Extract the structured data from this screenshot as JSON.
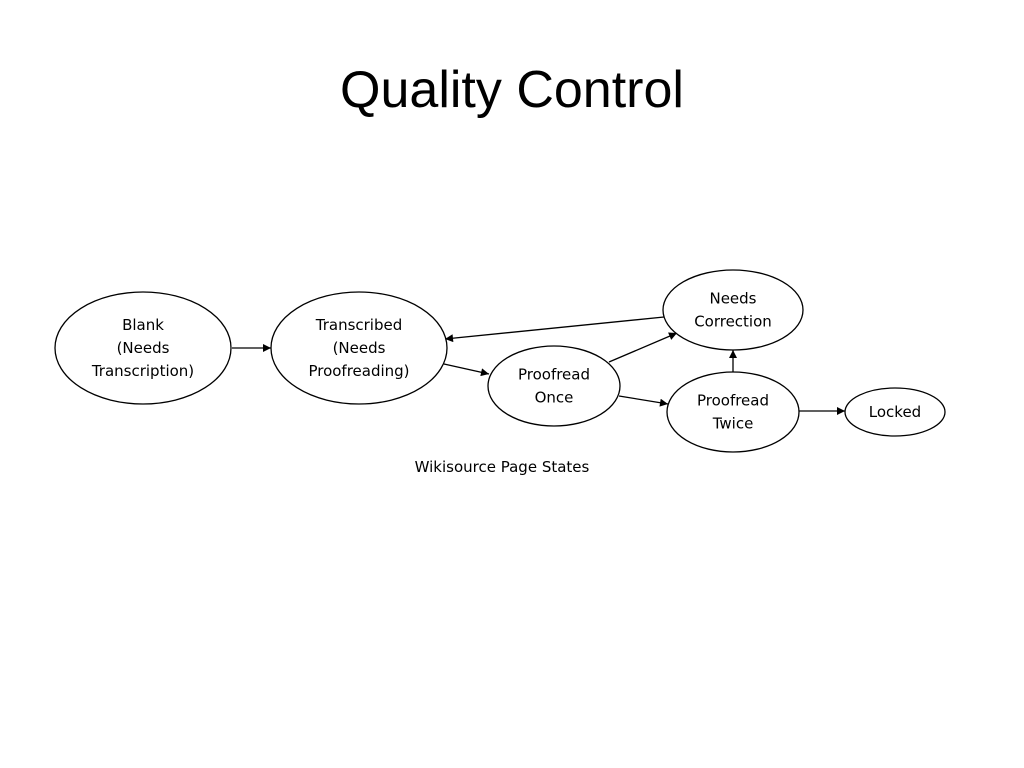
{
  "slide": {
    "title": "Quality Control"
  },
  "diagram": {
    "caption": "Wikisource Page States",
    "nodes": [
      {
        "id": "blank",
        "lines": [
          "Blank",
          "(Needs",
          "Transcription)"
        ]
      },
      {
        "id": "transcribed",
        "lines": [
          "Transcribed",
          "(Needs",
          "Proofreading)"
        ]
      },
      {
        "id": "proofread-once",
        "lines": [
          "Proofread",
          "Once"
        ]
      },
      {
        "id": "needs-correction",
        "lines": [
          "Needs",
          "Correction"
        ]
      },
      {
        "id": "proofread-twice",
        "lines": [
          "Proofread",
          "Twice"
        ]
      },
      {
        "id": "locked",
        "lines": [
          "Locked"
        ]
      }
    ],
    "edges": [
      {
        "from": "blank",
        "to": "transcribed"
      },
      {
        "from": "transcribed",
        "to": "proofread-once"
      },
      {
        "from": "proofread-once",
        "to": "needs-correction"
      },
      {
        "from": "proofread-once",
        "to": "proofread-twice"
      },
      {
        "from": "needs-correction",
        "to": "transcribed"
      },
      {
        "from": "proofread-twice",
        "to": "needs-correction"
      },
      {
        "from": "proofread-twice",
        "to": "locked"
      }
    ]
  }
}
